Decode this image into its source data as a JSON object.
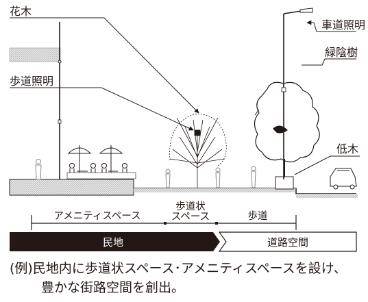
{
  "labels": {
    "flower_tree": "花木",
    "sidewalk_light": "歩道照明",
    "road_light": "車道照明",
    "shade_tree": "緑陰樹",
    "low_tree": "低木"
  },
  "dimensions": {
    "amenity_space": "アメニティスペース",
    "sidewalk_space_line1": "歩道状",
    "sidewalk_space_line2": "スペース",
    "sidewalk": "歩道"
  },
  "zones": {
    "private_land": "民地",
    "road_space": "道路空間"
  },
  "caption": {
    "line1": "(例)民地内に歩道状スペース･アメニティスペースを設け、",
    "line2": "豊かな街路空間を創出。"
  },
  "colors": {
    "private_land_fill": "#231815",
    "line": "#231815",
    "ground_hatch": "#b5b5b5"
  }
}
